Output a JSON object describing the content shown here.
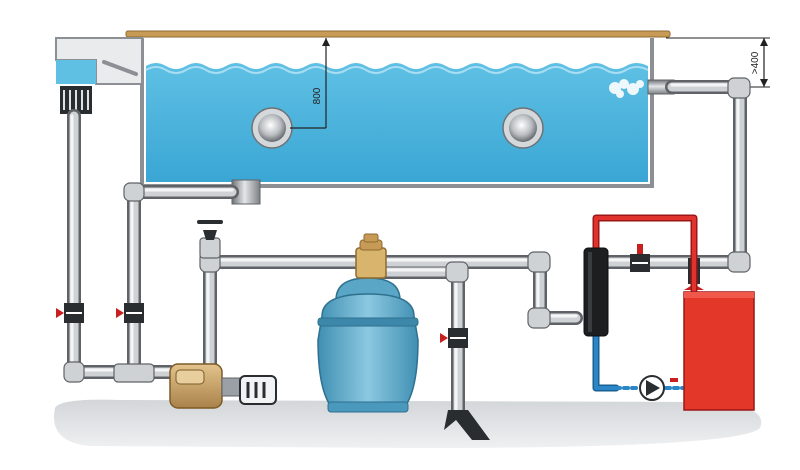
{
  "dimensions": {
    "depth_label": "800",
    "height_label": ">400"
  },
  "colors": {
    "water": "#4bb3dc",
    "water_light": "#7fcdea",
    "pipe": "#9a9ea3",
    "pipe_light": "#d9dcdf",
    "pipe_dark": "#5f6367",
    "ground": "#cfd3d6",
    "heater": "#e3372a",
    "hot_pipe": "#d4272a",
    "cold_pipe": "#2a86c6",
    "filter": "#5ea9c9",
    "pump": "#c9a56a",
    "valve_handle": "#c8201e",
    "deck": "#c79b55"
  },
  "components": {
    "pool": "pool-basin",
    "skimmer": "skimmer",
    "inlets": [
      "wall-inlet-left",
      "wall-inlet-right"
    ],
    "overflow": "overflow-nozzle",
    "main_drain": "main-drain-outlet",
    "pump": "circulation-pump",
    "filter": "sand-filter",
    "multiport_valve": "multiport-valve",
    "heat_exchanger": "heat-exchanger",
    "heater": "boiler",
    "circulator": "circulator-pump",
    "drain": "waste-drain"
  }
}
